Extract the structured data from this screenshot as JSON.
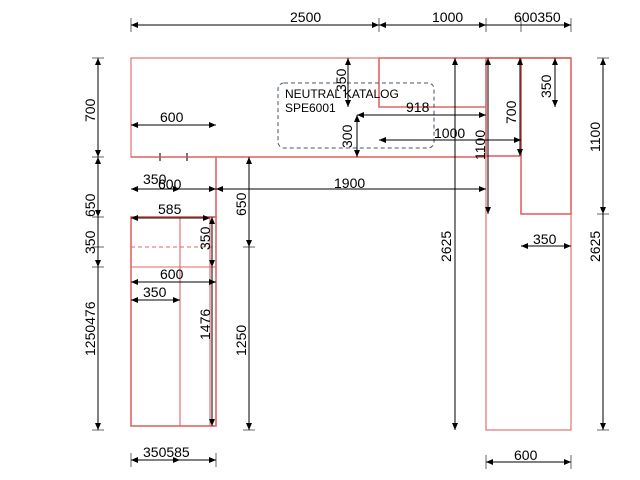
{
  "drawing": {
    "catalog_note": {
      "line1": "NEUTRAL KATALOG",
      "line2": "SPE6001"
    },
    "dimensions_top": [
      "2500",
      "1000",
      "600",
      "350"
    ],
    "dimensions_overlap_labels": {
      "top_right_combined": "600350",
      "bottom_left_combined": "350585",
      "left_stack_combined": "1250476",
      "inner_right_combined": "1476"
    },
    "dimensions": {
      "upper_left_width": "600",
      "upper_left_height": "700",
      "callout_height_a": "350",
      "callout_height_b": "300",
      "callout_width_a": "918",
      "callout_width_b": "1000",
      "right_upper_700": "700",
      "right_upper_1100": "1100",
      "right_small_350": "350",
      "right_outer_1100": "1100",
      "counter_350": "350",
      "counter_600": "600",
      "counter_1900": "1900",
      "mid_650_left": "650",
      "mid_650_inner": "650",
      "mid_585": "585",
      "mid_350_left": "350",
      "mid_350_inner": "350",
      "lower_600": "600",
      "lower_350": "350",
      "lower_1250": "1250",
      "tall_2625_inner": "2625",
      "tall_2625_outer": "2625",
      "tall_350": "350",
      "tall_600_bottom": "600"
    }
  }
}
